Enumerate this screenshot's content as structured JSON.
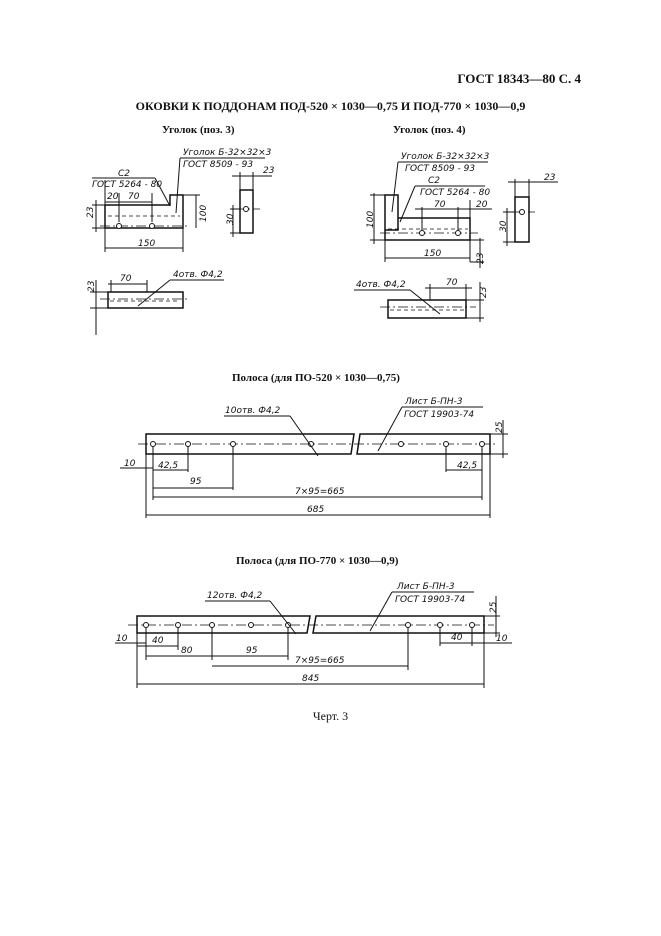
{
  "header": {
    "doc_ref": "ГОСТ 18343—80 С. 4"
  },
  "title": "ОКОВКИ К ПОДДОНАМ ПОД-520 × 1030—0,75 И ПОД-770 × 1030—0,9",
  "angle_left": {
    "caption": "Уголок (поз. 3)",
    "material_1": "Уголок Б-32×32×3",
    "material_2": "ГОСТ 8509 - 93",
    "mark_1": "С2",
    "mark_2": "ГОСТ 5264 - 80",
    "dims": {
      "d20": "20",
      "d70": "70",
      "d23": "23",
      "d100": "100",
      "d150": "150",
      "d30": "30",
      "d23b": "23",
      "d70b": "70",
      "d23c": "23"
    },
    "holes_note": "4отв. Ф4,2"
  },
  "angle_right": {
    "caption": "Уголок (поз. 4)",
    "material_1": "Уголок Б-32×32×3",
    "material_2": "ГОСТ 8509 - 93",
    "mark_1": "С2",
    "mark_2": "ГОСТ 5264 - 80",
    "dims": {
      "d70": "70",
      "d20": "20",
      "d100": "100",
      "d150": "150",
      "d23": "23",
      "d30": "30",
      "d23b": "23",
      "d70b": "70",
      "d23c": "23"
    },
    "holes_note": "4отв. Ф4,2"
  },
  "strip_1": {
    "caption": "Полоса (для ПО-520 × 1030—0,75)",
    "holes_note": "10отв. Ф4,2",
    "material_1": "Лист Б-ПН-3",
    "material_2": "ГОСТ 19903-74",
    "dims": {
      "d25": "25",
      "d10": "10",
      "d42l": "42,5",
      "d95": "95",
      "d42r": "42,5",
      "pitch": "7×95=665",
      "total": "685"
    }
  },
  "strip_2": {
    "caption": "Полоса (для ПО-770 × 1030—0,9)",
    "holes_note": "12отв. Ф4,2",
    "material_1": "Лист Б-ПН-3",
    "material_2": "ГОСТ 19903-74",
    "dims": {
      "d25": "25",
      "d10l": "10",
      "d40l": "40",
      "d80": "80",
      "d95": "95",
      "pitch": "7×95=665",
      "d40r": "40",
      "d10r": "10",
      "total": "845"
    }
  },
  "figure_caption": "Черт. 3"
}
